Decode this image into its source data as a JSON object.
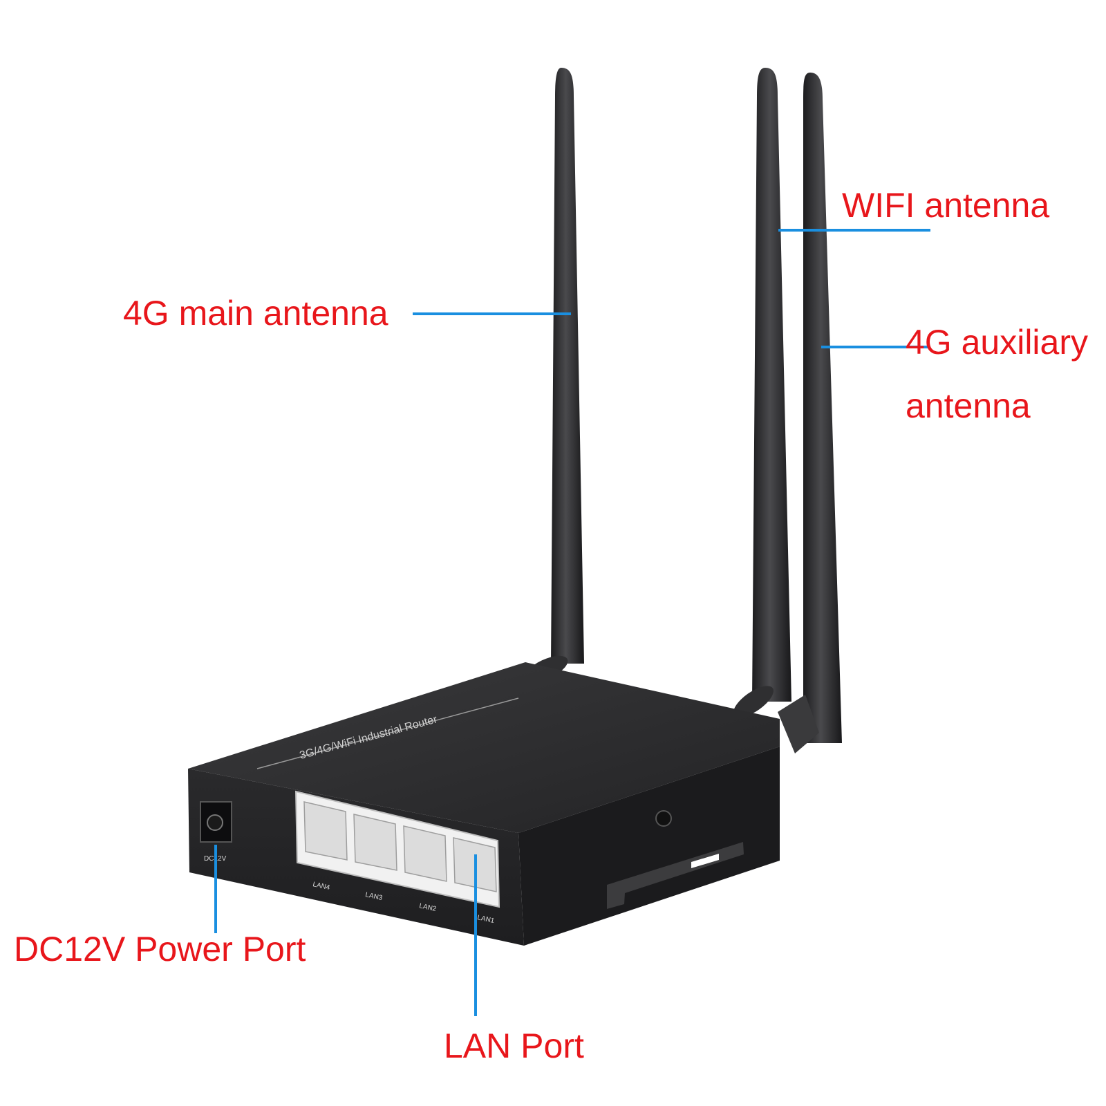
{
  "colors": {
    "label_text": "#e8161b",
    "leader_line": "#1a8fe0",
    "device_body": "#2b2b2d",
    "antenna": "#2a2a2c",
    "port_frame": "#e4e4e4"
  },
  "callouts": {
    "wifi_antenna": "WIFI antenna",
    "main_antenna": "4G main antenna",
    "aux_antenna_line1": "4G auxiliary",
    "aux_antenna_line2": "antenna",
    "power_port": "DC12V Power Port",
    "lan_port": "LAN Port"
  },
  "device": {
    "brand_text": "3G/4G/WiFi Industrial Router",
    "power_jack_label": "DC12V",
    "lan_labels": [
      "LAN4",
      "LAN3",
      "LAN2",
      "LAN1"
    ]
  }
}
